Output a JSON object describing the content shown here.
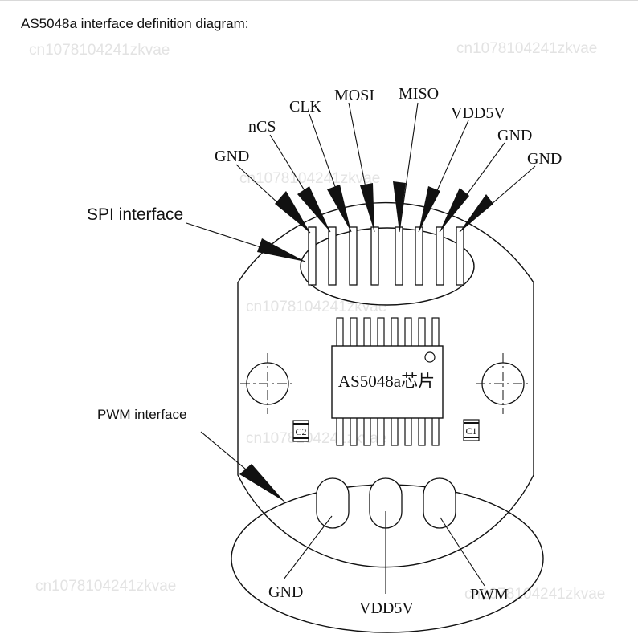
{
  "heading": "AS5048a interface definition diagram:",
  "watermark": "cn1078104241zkvae",
  "chip_label": "AS5048a芯片",
  "callouts": {
    "spi": "SPI interface",
    "pwm": "PWM interface"
  },
  "spi_pins": [
    "GND",
    "nCS",
    "CLK",
    "MOSI",
    "MISO",
    "VDD5V",
    "GND",
    "GND"
  ],
  "pwm_pins": [
    "GND",
    "VDD5V",
    "PWM"
  ],
  "capacitors": {
    "left": "C2",
    "right": "C1"
  }
}
